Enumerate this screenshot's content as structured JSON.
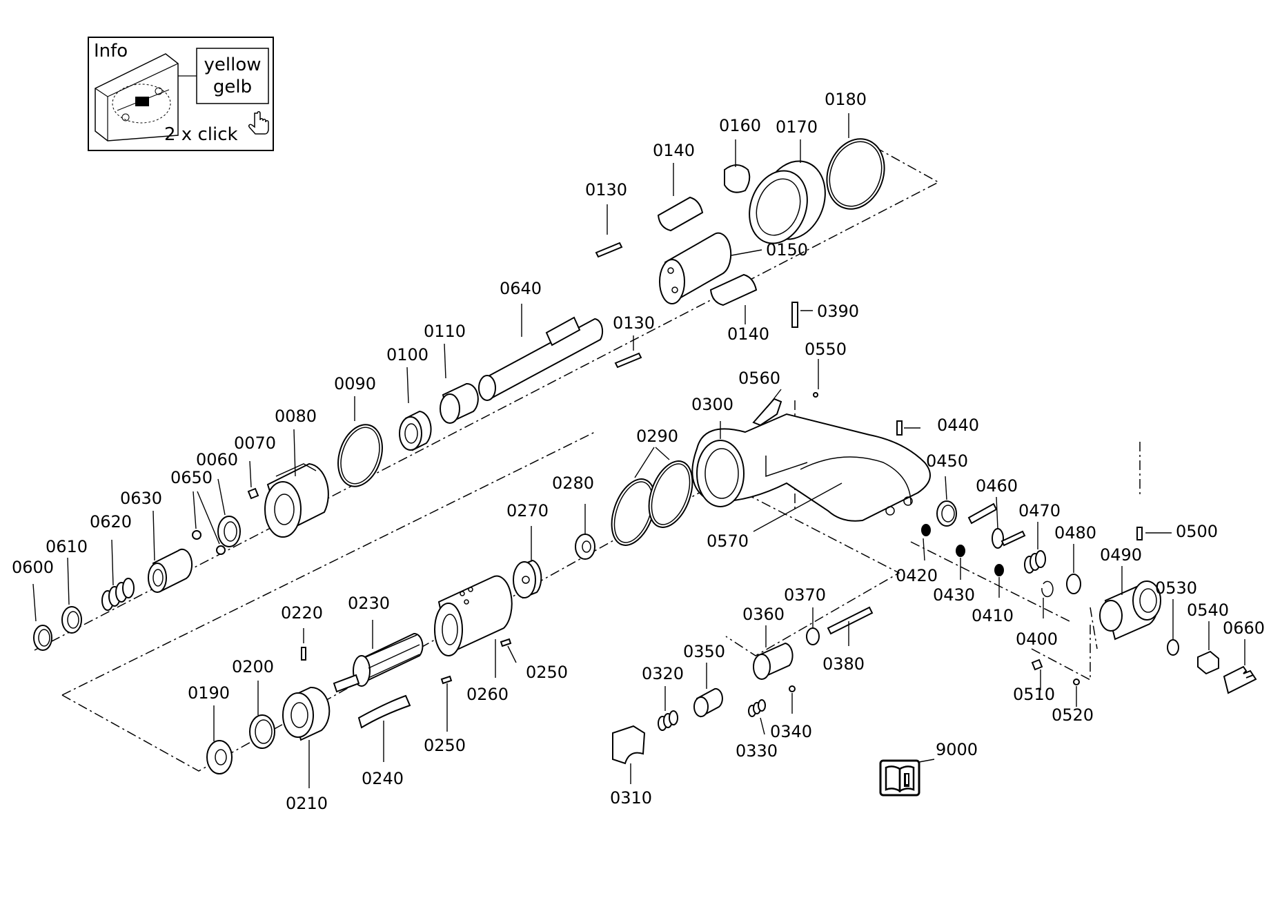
{
  "info_box": {
    "title": "Info",
    "line1": "yellow",
    "line2": "gelb",
    "click": "2 x click"
  },
  "labels": {
    "p0060": "0060",
    "p0070": "0070",
    "p0080": "0080",
    "p0090": "0090",
    "p0100": "0100",
    "p0110": "0110",
    "p0130a": "0130",
    "p0130b": "0130",
    "p0140a": "0140",
    "p0140b": "0140",
    "p0150": "0150",
    "p0160": "0160",
    "p0170": "0170",
    "p0180": "0180",
    "p0190": "0190",
    "p0200": "0200",
    "p0210": "0210",
    "p0220": "0220",
    "p0230": "0230",
    "p0240": "0240",
    "p0250a": "0250",
    "p0250b": "0250",
    "p0260": "0260",
    "p0270": "0270",
    "p0280": "0280",
    "p0290": "0290",
    "p0300": "0300",
    "p0310": "0310",
    "p0320": "0320",
    "p0330": "0330",
    "p0340": "0340",
    "p0350": "0350",
    "p0360": "0360",
    "p0370": "0370",
    "p0380": "0380",
    "p0390": "0390",
    "p0400": "0400",
    "p0410": "0410",
    "p0420": "0420",
    "p0430": "0430",
    "p0440": "0440",
    "p0450": "0450",
    "p0460": "0460",
    "p0470": "0470",
    "p0480": "0480",
    "p0490": "0490",
    "p0500": "0500",
    "p0510": "0510",
    "p0520": "0520",
    "p0530": "0530",
    "p0540": "0540",
    "p0550": "0550",
    "p0560": "0560",
    "p0570": "0570",
    "p0600": "0600",
    "p0610": "0610",
    "p0620": "0620",
    "p0630": "0630",
    "p0640": "0640",
    "p0650": "0650",
    "p0660": "0660",
    "p9000": "9000"
  },
  "icons": {
    "manual": "manual-info-icon",
    "pointer": "hand-pointer-icon",
    "thumbnail": "exploded-view-thumbnail"
  }
}
